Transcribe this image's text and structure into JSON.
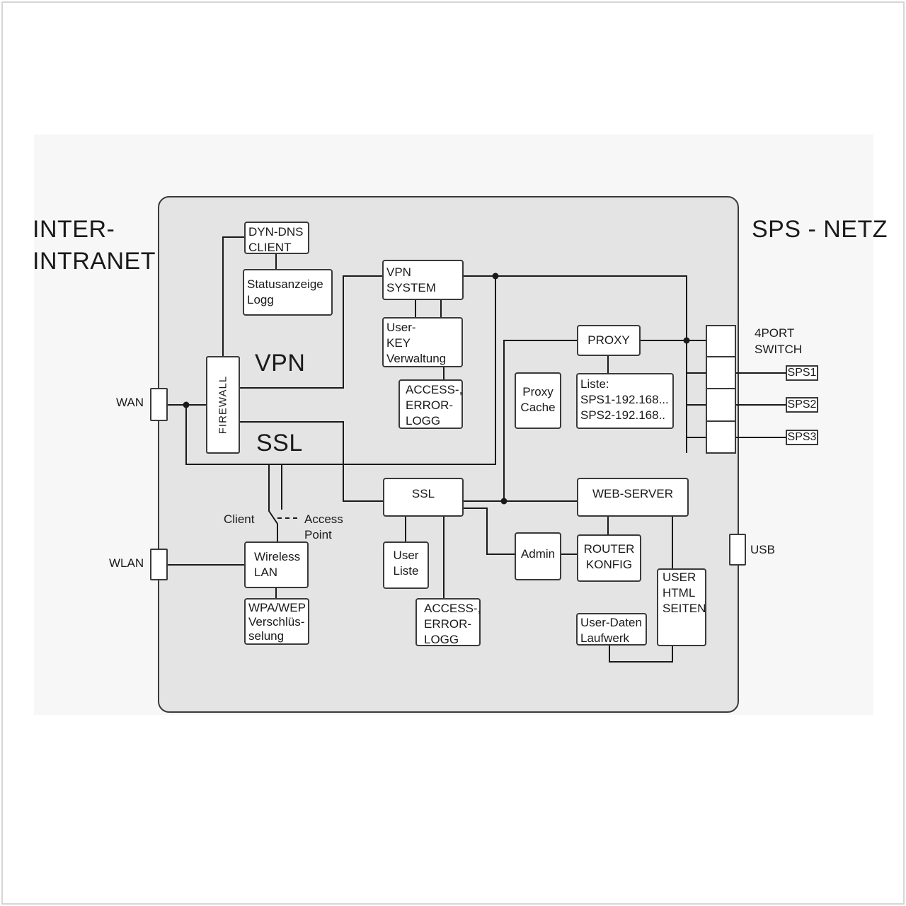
{
  "labels": {
    "internet_line1": "INTER-",
    "internet_line2": "INTRANET",
    "sps_netz": "SPS - NETZ",
    "vpn": "VPN",
    "ssl": "SSL",
    "wan": "WAN",
    "wlan": "WLAN",
    "usb": "USB",
    "client": "Client",
    "access_point_line1": "Access",
    "access_point_line2": "Point",
    "switch_line1": "4PORT",
    "switch_line2": "SWITCH"
  },
  "boxes": {
    "dyn_dns": [
      "DYN-DNS",
      "CLIENT"
    ],
    "statusanzeige": [
      "Statusanzeige",
      "Logg"
    ],
    "firewall": "FIREWALL",
    "vpn_system": [
      "VPN",
      "SYSTEM"
    ],
    "user_key": [
      "User-",
      "KEY",
      "Verwaltung"
    ],
    "vpn_access_log": [
      "ACCESS-,",
      "ERROR-",
      "LOGG"
    ],
    "proxy": "PROXY",
    "proxy_cache": [
      "Proxy",
      "Cache"
    ],
    "proxy_liste": [
      "Liste:",
      "SPS1-192.168...",
      "SPS2-192.168.."
    ],
    "ssl": "SSL",
    "user_liste": [
      "User",
      "Liste"
    ],
    "ssl_access_log": [
      "ACCESS-,",
      "ERROR-",
      "LOGG"
    ],
    "web_server": "WEB-SERVER",
    "admin": "Admin",
    "router_konfig": [
      "ROUTER",
      "KONFIG"
    ],
    "user_html": [
      "USER",
      "HTML",
      "SEITEN"
    ],
    "user_daten": [
      "User-Daten",
      "Laufwerk"
    ],
    "wireless_lan": [
      "Wireless",
      "LAN"
    ],
    "wpa_wep": [
      "WPA/WEP",
      "Verschlüs-",
      "selung"
    ]
  },
  "sps_ports": [
    "SPS1",
    "SPS2",
    "SPS3"
  ]
}
